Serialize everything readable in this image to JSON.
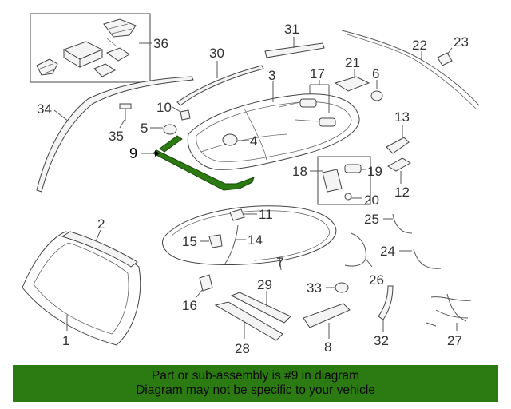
{
  "callouts": [
    "1",
    "2",
    "3",
    "4",
    "5",
    "6",
    "7",
    "8",
    "9",
    "10",
    "11",
    "12",
    "13",
    "14",
    "15",
    "16",
    "17",
    "18",
    "19",
    "20",
    "21",
    "22",
    "23",
    "24",
    "25",
    "26",
    "27",
    "28",
    "29",
    "30",
    "31",
    "32",
    "33",
    "34",
    "35",
    "36"
  ],
  "highlight_color": "#2b7a12",
  "banner": {
    "line1": "Part or sub-assembly is #9 in diagram",
    "line2": "Diagram may not be specific to your vehicle",
    "background": "#2b7a12"
  }
}
